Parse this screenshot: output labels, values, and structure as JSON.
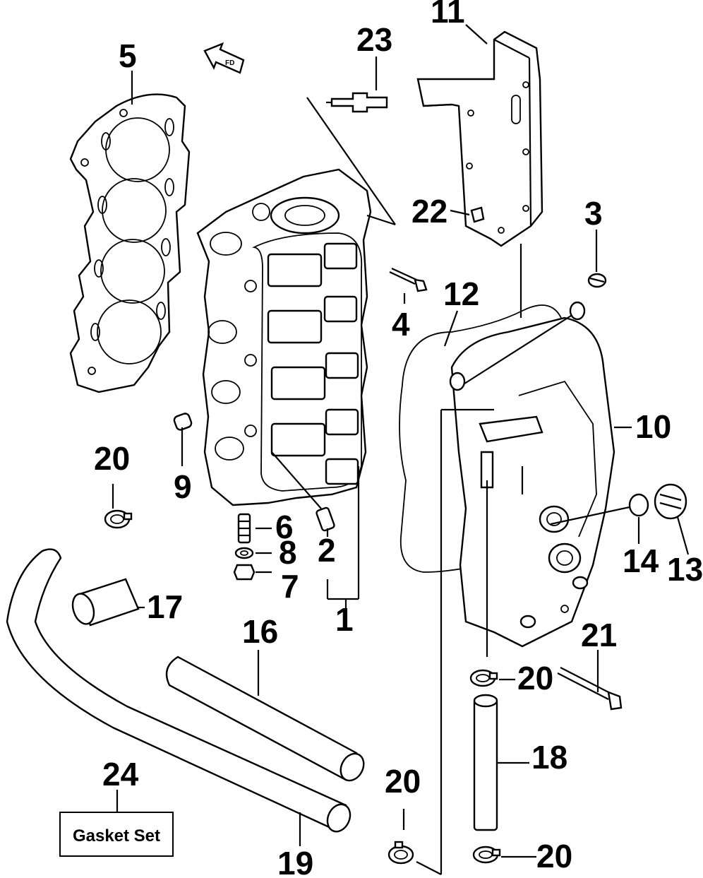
{
  "callouts": {
    "c1": "1",
    "c2": "2",
    "c3": "3",
    "c4": "4",
    "c5": "5",
    "c6": "6",
    "c7": "7",
    "c8": "8",
    "c9": "9",
    "c10": "10",
    "c11": "11",
    "c12": "12",
    "c13": "13",
    "c14": "14",
    "c16": "16",
    "c17": "17",
    "c18": "18",
    "c19": "19",
    "c20a": "20",
    "c20b": "20",
    "c20c": "20",
    "c20d": "20",
    "c21": "21",
    "c22": "22",
    "c23": "23",
    "c24": "24"
  },
  "gasket_set_label": "Gasket Set"
}
